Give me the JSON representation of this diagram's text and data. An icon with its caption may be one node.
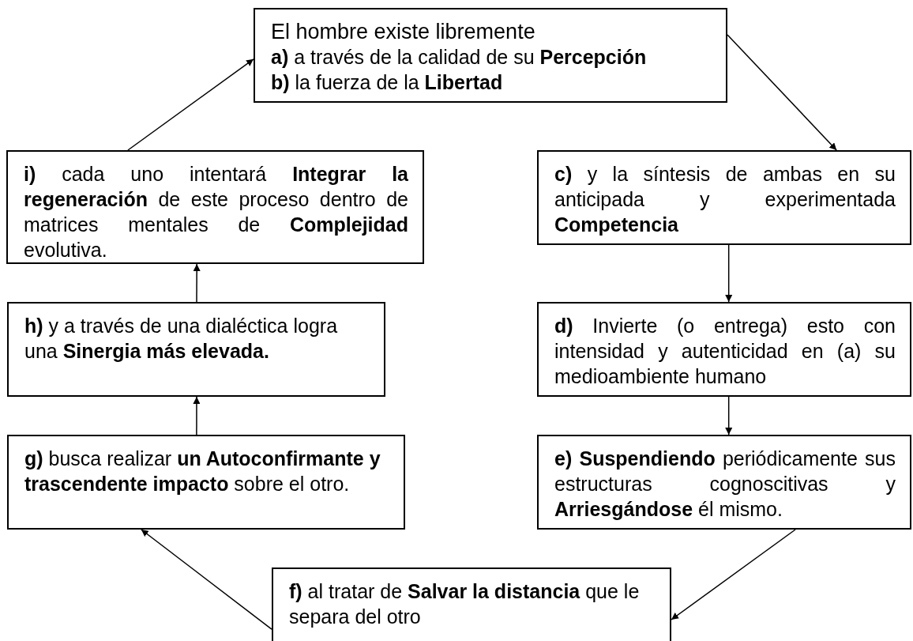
{
  "diagram": {
    "nodes": [
      {
        "text": [
          "El hombre existe libremente",
          "**a)** a través de la calidad de su **Percepción**",
          "**b)** la fuerza de la **Libertad**"
        ]
      },
      {
        "text": [
          "**c)** y la síntesis de ambas en su anticipada y experimentada **Competencia**"
        ]
      },
      {
        "text": [
          "**d)** Invierte (o entrega) esto con intensidad y autenticidad en (a) su medioambiente humano"
        ]
      },
      {
        "text": [
          "**e) Suspendiendo** periódicamente sus estructuras cognoscitivas y **Arriesgándose** él mismo."
        ]
      },
      {
        "text": [
          "**f)** al tratar de **Salvar la distancia** que le separa del otro"
        ]
      },
      {
        "text": [
          "**g)** busca realizar **un Autoconfirmante y trascendente impacto** sobre el otro."
        ]
      },
      {
        "text": [
          "**h)** y a través de una dialéctica logra una **Sinergia más elevada.**"
        ]
      },
      {
        "text": [
          "**i)** cada uno intentará **Integrar la regeneración** de este proceso dentro de matrices mentales de **Complejidad** evolutiva."
        ]
      }
    ],
    "edges": [
      {
        "from": 0,
        "to": 1,
        "arrow": "to"
      },
      {
        "from": 1,
        "to": 2,
        "arrow": "to"
      },
      {
        "from": 2,
        "to": 3,
        "arrow": "to"
      },
      {
        "from": 3,
        "to": 4,
        "arrow": "to"
      },
      {
        "from": 4,
        "to": 5,
        "arrow": "to"
      },
      {
        "from": 5,
        "to": 6,
        "arrow": "to"
      },
      {
        "from": 6,
        "to": 7,
        "arrow": "to"
      },
      {
        "from": 7,
        "to": 0,
        "arrow": "to"
      }
    ]
  }
}
